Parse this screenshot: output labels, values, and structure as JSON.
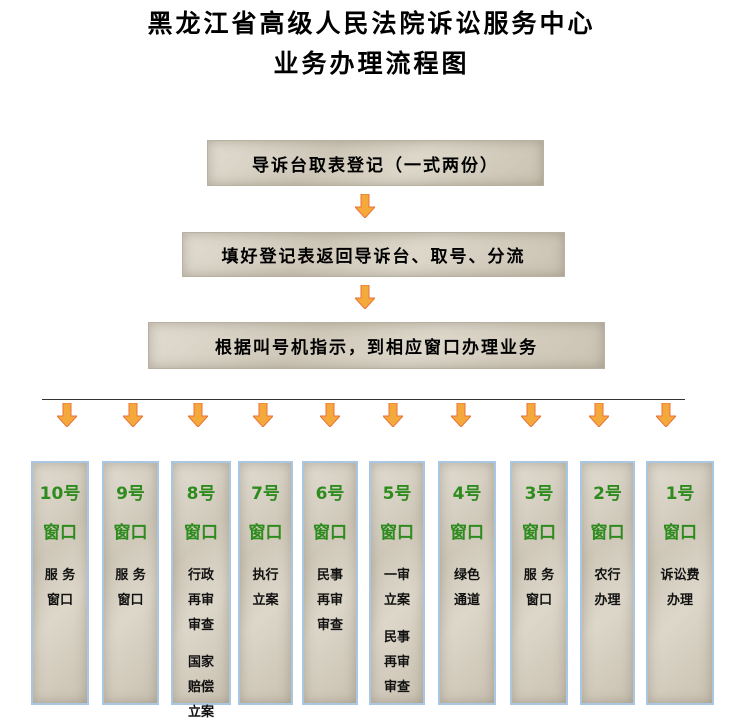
{
  "title": {
    "line1": "黑龙江省高级人民法院诉讼服务中心",
    "line2": "业务办理流程图"
  },
  "steps": [
    "导诉台取表登记（一式两份）",
    "填好登记表返回导诉台、取号、分流",
    "根据叫号机指示，到相应窗口办理业务"
  ],
  "window_label": "窗口",
  "windows": [
    {
      "num": "10号",
      "desc": [
        "服 务",
        "窗口"
      ]
    },
    {
      "num": "9号",
      "desc": [
        "服 务",
        "窗口"
      ]
    },
    {
      "num": "8号",
      "desc": [
        "行政",
        "再审",
        "审查",
        "",
        "国家",
        "赔偿",
        "立案"
      ]
    },
    {
      "num": "7号",
      "desc": [
        "执行",
        "立案"
      ]
    },
    {
      "num": "6号",
      "desc": [
        "民事",
        "再审",
        "审查"
      ]
    },
    {
      "num": "5号",
      "desc": [
        "一审",
        "立案",
        "",
        "民事",
        "再审",
        "审查"
      ]
    },
    {
      "num": "4号",
      "desc": [
        "绿色",
        "通道"
      ]
    },
    {
      "num": "3号",
      "desc": [
        "服 务",
        "窗口"
      ]
    },
    {
      "num": "2号",
      "desc": [
        "农行",
        "办理"
      ]
    },
    {
      "num": "1号",
      "desc": [
        "诉讼费",
        "办理"
      ]
    }
  ],
  "colors": {
    "window_text": "#2e8b1e",
    "window_border": "#a9c7e3",
    "arrow": "#f5a93a",
    "arrow_outline": "#e8733a"
  }
}
